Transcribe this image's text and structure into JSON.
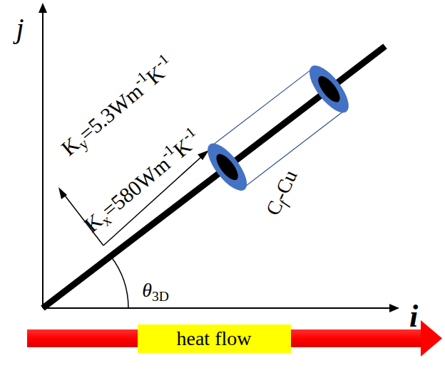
{
  "diagram": {
    "nodes": [
      {
        "text": [
          "heat flow"
        ]
      }
    ],
    "labels": [
      "j",
      "i",
      "K",
      "y",
      "=5.3Wm",
      "-1",
      "K",
      "-1",
      "K",
      "x",
      "=580Wm",
      "-1",
      "K",
      "-1",
      "C",
      "f",
      "-Cu",
      "θ",
      "3D"
    ]
  }
}
